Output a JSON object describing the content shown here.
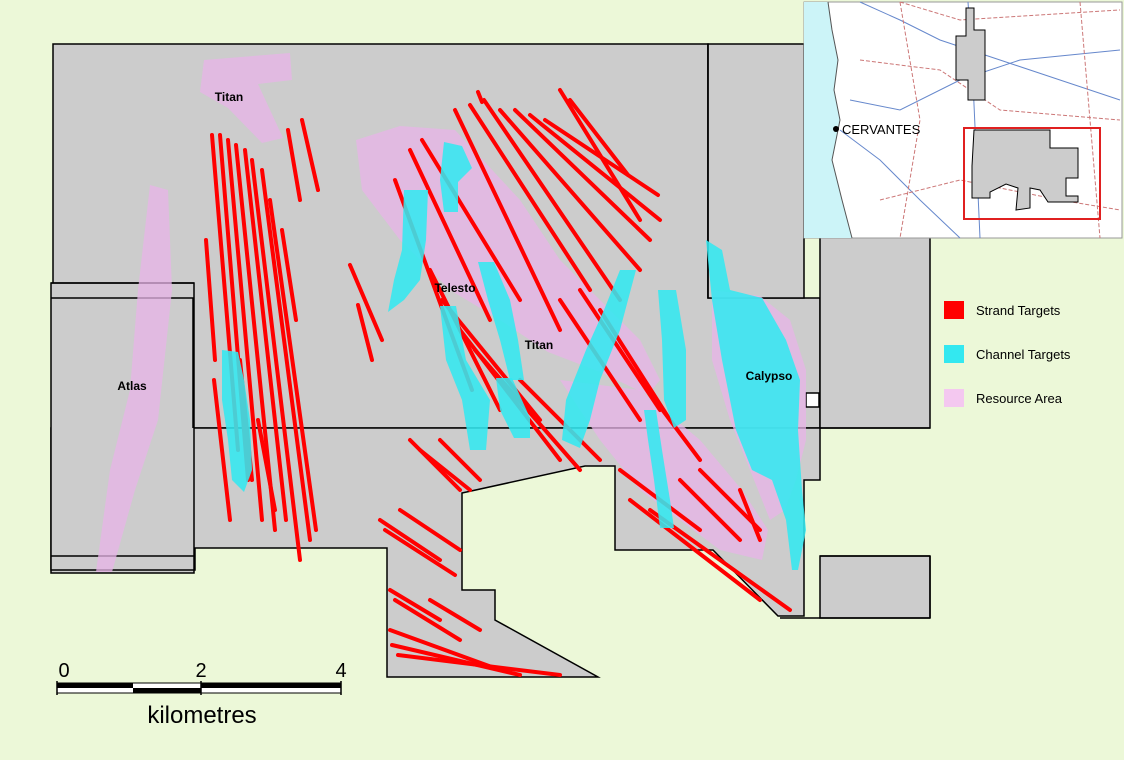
{
  "labels": {
    "titan_north": "Titan",
    "atlas": "Atlas",
    "telesto": "Telesto",
    "titan_central": "Titan",
    "calypso": "Calypso"
  },
  "legend": {
    "items": [
      {
        "label": "Strand Targets",
        "color": "#ff0000"
      },
      {
        "label": "Channel Targets",
        "color": "#33e8f0"
      },
      {
        "label": "Resource Area",
        "color": "#f4c8f0"
      }
    ]
  },
  "scale_bar": {
    "ticks": [
      "0",
      "2",
      "4"
    ],
    "unit": "kilometres"
  },
  "inset": {
    "town": "CERVANTES",
    "highlight_color": "#e02020"
  },
  "colors": {
    "background": "#ecf8d8",
    "tenement": "#cccccc",
    "strand": "#ff0000",
    "channel": "#33e8f0",
    "resource": "#e8b4e8",
    "ocean": "#ccf4f8"
  }
}
